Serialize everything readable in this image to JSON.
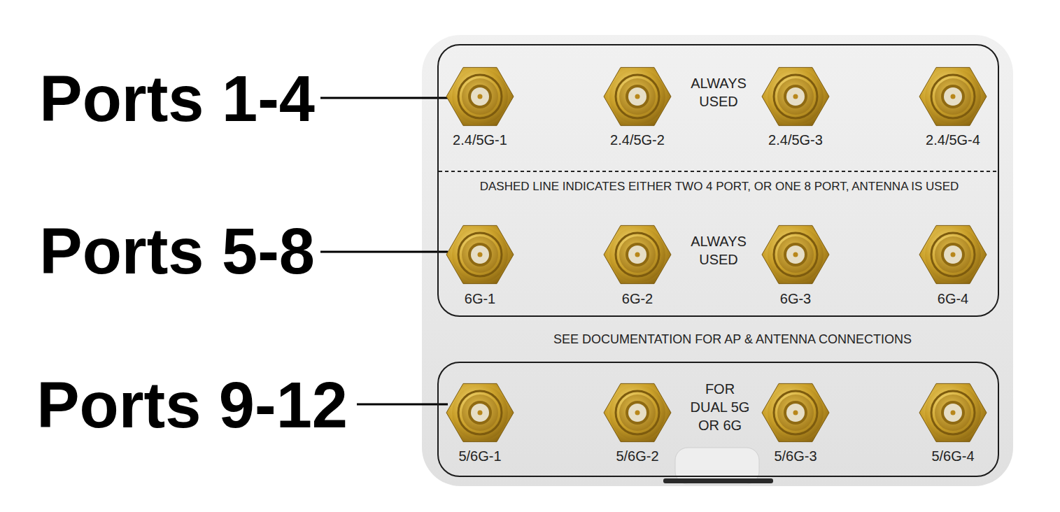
{
  "diagram": {
    "nodes": [
      {
        "text": [
          "SEE DOCUMENTATION FOR AP & ANTENNA CONNECTIONS"
        ]
      },
      {
        "text": [
          "ALWAYS USED",
          "DASHED LINE INDICATES EITHER TWO 4 PORT, OR ONE 8 PORT, ANTENNA IS USED",
          "ALWAYS USED"
        ],
        "in": 0
      },
      {
        "text": [
          "FOR DUAL 5G OR 6G"
        ],
        "in": 0
      }
    ],
    "labels": [
      "Ports 1-4",
      "Ports 5-8",
      "Ports 9-12",
      "2.4/5G-1",
      "2.4/5G-2",
      "2.4/5G-3",
      "2.4/5G-4",
      "6G-1",
      "6G-2",
      "6G-3",
      "6G-4",
      "5/6G-1",
      "5/6G-2",
      "5/6G-3",
      "5/6G-4"
    ]
  }
}
